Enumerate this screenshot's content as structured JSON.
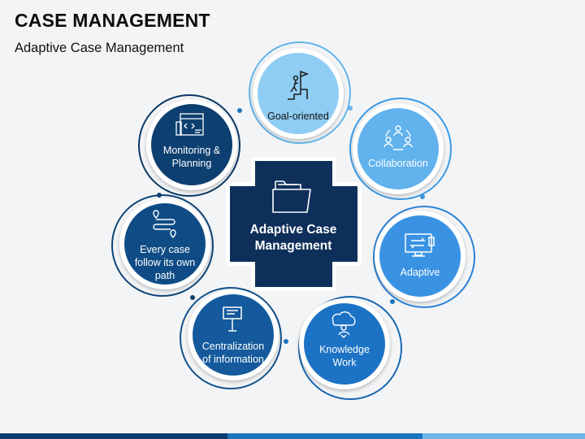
{
  "header": {
    "title": "CASE MANAGEMENT",
    "subtitle": "Adaptive Case Management"
  },
  "center": {
    "line1": "Adaptive Case",
    "line2": "Management",
    "icon": "folder-icon"
  },
  "nodes": [
    {
      "id": "goal",
      "lines": [
        "Goal-oriented"
      ],
      "icon": "goal-flag-icon",
      "color": "#8fcdf4",
      "ring": "#62b4ea"
    },
    {
      "id": "collab",
      "lines": [
        "Collaboration"
      ],
      "icon": "collaboration-icon",
      "color": "#62b2ee",
      "ring": "#3b9be6"
    },
    {
      "id": "adaptive",
      "lines": [
        "Adaptive"
      ],
      "icon": "monitor-icon",
      "color": "#3a93e2",
      "ring": "#2b82d6"
    },
    {
      "id": "knowledge",
      "lines": [
        "Knowledge",
        "Work"
      ],
      "icon": "cloud-brain-icon",
      "color": "#1c72c4",
      "ring": "#1766b2"
    },
    {
      "id": "central",
      "lines": [
        "Centralization",
        "of information"
      ],
      "icon": "signboard-icon",
      "color": "#145a9c",
      "ring": "#12528c"
    },
    {
      "id": "path",
      "lines": [
        "Every case",
        "follow its own",
        "path"
      ],
      "icon": "route-icon",
      "color": "#0f4c86",
      "ring": "#0e4478"
    },
    {
      "id": "monitor",
      "lines": [
        "Monitoring &",
        "Planning"
      ],
      "icon": "code-window-icon",
      "color": "#0d3f70",
      "ring": "#0b3864"
    }
  ]
}
